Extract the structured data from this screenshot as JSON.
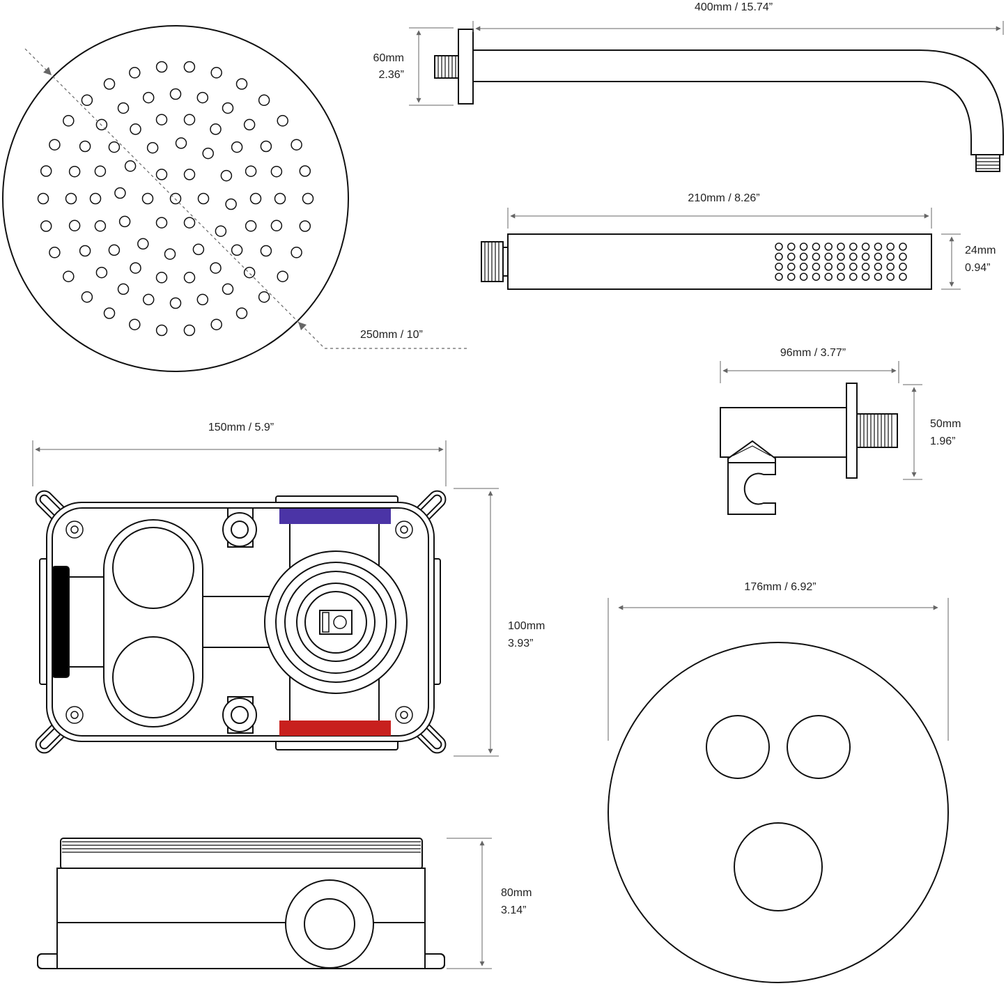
{
  "colors": {
    "line": "#111111",
    "dimension": "#666666",
    "cold_marker": "#4b34a6",
    "hot_marker": "#c8201e",
    "seal": "#000000"
  },
  "shower_head": {
    "diameter": "250mm / 10”"
  },
  "shower_arm": {
    "length": "400mm / 15.74”",
    "height_mm": "60mm",
    "height_in": "2.36”"
  },
  "hand_shower": {
    "length": "210mm / 8.26”",
    "thickness_mm": "24mm",
    "thickness_in": "0.94”"
  },
  "wall_outlet": {
    "width": "96mm / 3.77”",
    "height_mm": "50mm",
    "height_in": "1.96”"
  },
  "valve_body": {
    "width": "150mm / 5.9”",
    "height_mm": "100mm",
    "height_in": "3.93”",
    "depth_mm": "80mm",
    "depth_in": "3.14”"
  },
  "control_plate": {
    "diameter": "176mm / 6.92”"
  }
}
